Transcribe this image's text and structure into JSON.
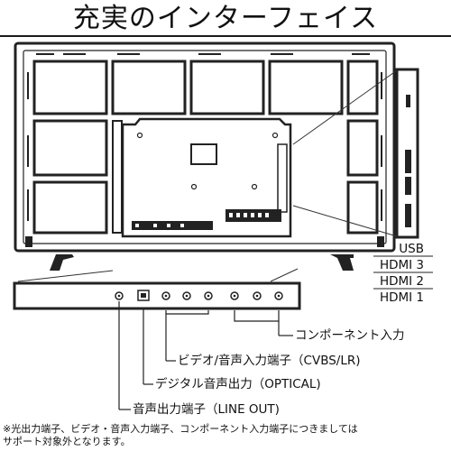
{
  "title": "充実のインターフェイス",
  "labels": {
    "usb": "USB",
    "hdmi3": "HDMI 3",
    "hdmi2": "HDMI 2",
    "hdmi1": "HDMI 1",
    "component": "コンポーネント入力",
    "video_audio": "ビデオ/音声入力端子（CVBS/LR)",
    "digital_audio": "デジタル音声出力（OPTICAL)",
    "line_out": "音声出力端子（LINE OUT)"
  },
  "note": {
    "line1": "※光出力端子、ビデオ・音声入力端子、コンポーネント入力端子につきましては",
    "line2": "サポート対象外となります。"
  }
}
